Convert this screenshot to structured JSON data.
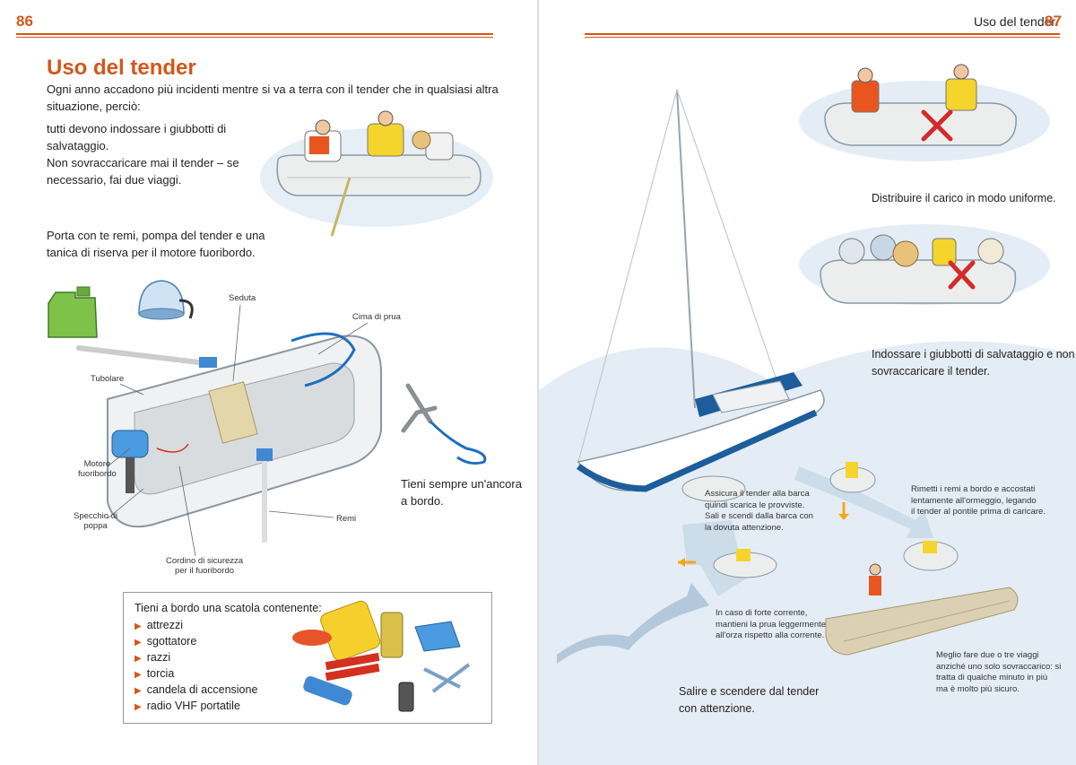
{
  "left_page": {
    "page_number": "86",
    "title": "Uso del tender",
    "intro": "Ogni anno accadono più incidenti mentre si va a terra con il tender che in qualsiasi altra situazione, perciò:",
    "para1": [
      "tutti devono indossare i giubbotti di",
      "salvataggio.",
      "Non sovraccaricare mai il tender – se",
      "necessario, fai due viaggi."
    ],
    "para2": [
      "Porta con te remi, pompa del tender e una",
      "tanica di riserva per il motore fuoribordo."
    ],
    "labels": {
      "seduta": "Seduta",
      "cima": "Cima di prua",
      "tubolare": "Tubolare",
      "motore": [
        "Motore",
        "fuoribordo"
      ],
      "specchio": [
        "Specchio di",
        "poppa"
      ],
      "remi": "Remi",
      "cordino": [
        "Cordino di sicurezza",
        "per il fuoribordo"
      ]
    },
    "anchor_note": [
      "Tieni sempre un'ancora",
      "a bordo."
    ],
    "box": {
      "heading": "Tieni a bordo una scatola contenente:",
      "items": [
        "attrezzi",
        "sgottatore",
        "razzi",
        "torcia",
        "candela di accensione",
        "radio VHF portatile"
      ]
    }
  },
  "right_page": {
    "header": "Uso del tender",
    "page_number": "87",
    "caption1": "Distribuire il carico in modo uniforme.",
    "caption2": [
      "Indossare i giubbotti di salvataggio e non",
      "sovraccaricare il tender."
    ],
    "note_boat": [
      "Assicura il tender alla barca",
      "quindi scarica le provviste.",
      "Sali e scendi dalla barca con",
      "la dovuta attenzione."
    ],
    "note_current": [
      "In caso di forte corrente,",
      "mantieni la prua leggermente",
      "all'orza rispetto alla corrente."
    ],
    "note_dock": [
      "Rimetti i remi a bordo e accostati",
      "lentamente all'ormeggio, legando",
      "il tender al pontile prima  di caricare."
    ],
    "note_trips": [
      "Meglio fare due o tre viaggi",
      "anziché uno solo sovraccarico: si",
      "tratta di qualche minuto in più",
      "ma è molto più sicuro."
    ],
    "caption3": [
      "Salire e scendere dal tender",
      "con attenzione."
    ]
  },
  "colors": {
    "accent": "#d4561a",
    "water": "#e4edf5",
    "hull_blue": "#1d5d9b",
    "rope_blue": "#1e6fc0",
    "cross_red": "#d32b2b"
  }
}
